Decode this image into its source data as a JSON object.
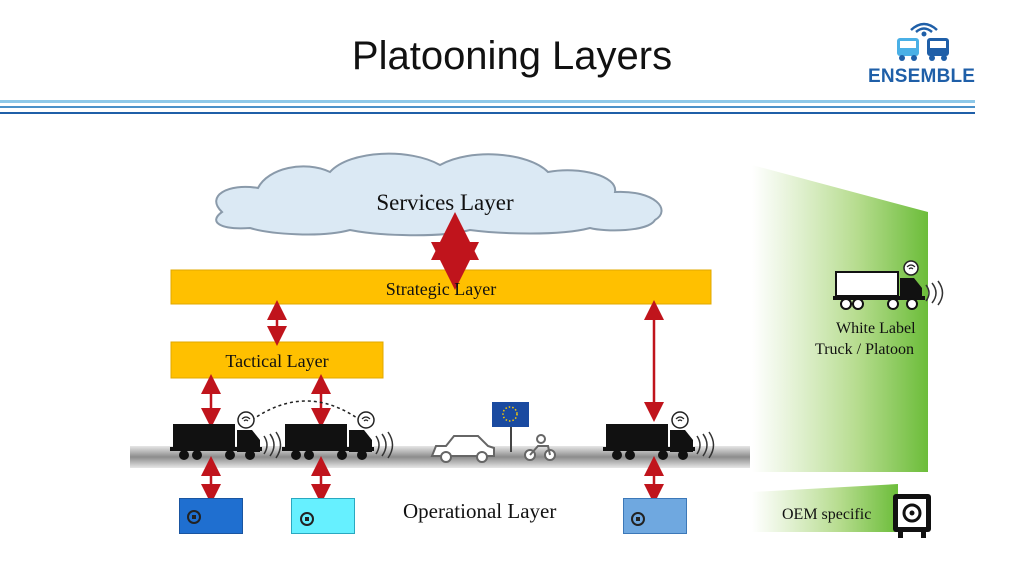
{
  "slide": {
    "title": "Platooning Layers",
    "logo_text": "ENSEMBLE"
  },
  "diagram": {
    "services_layer": "Services Layer",
    "strategic_layer": "Strategic Layer",
    "tactical_layer": "Tactical Layer",
    "operational_layer": "Operational Layer",
    "white_label_line1": "White Label",
    "white_label_line2": "Truck / Platoon",
    "oem_specific": "OEM specific"
  },
  "colors": {
    "accent_blue": "#1f5fa8",
    "layer_yellow": "#ffc000",
    "arrow_red": "#c0141c",
    "cloud_fill": "#dbe9f4",
    "panel_green": "#7dc242",
    "eu_blue": "#1a4aa0"
  },
  "icons": [
    "ensemble-logo-icon",
    "truck-icon",
    "wifi-icon",
    "car-icon",
    "motorcycle-icon",
    "eu-flag-icon",
    "lock-icon",
    "safe-icon"
  ]
}
